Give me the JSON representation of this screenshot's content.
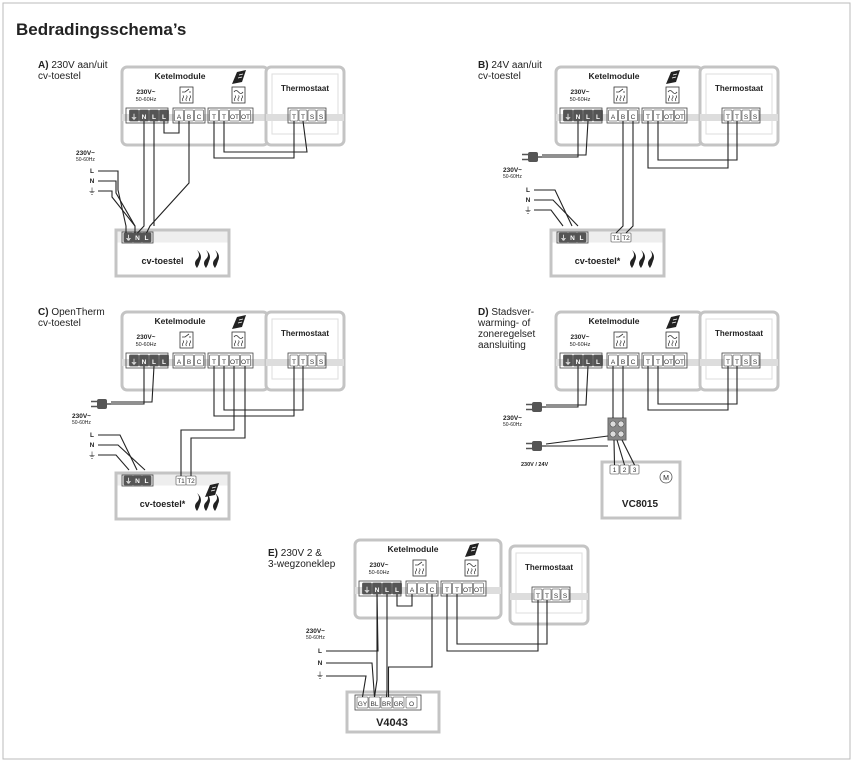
{
  "page": {
    "title": "Bedradingsschema’s"
  },
  "common": {
    "module_title": "Ketelmodule",
    "thermostat_title": "Thermostaat",
    "voltage": "230V~",
    "frequency": "50-60Hz",
    "mains_L": "L",
    "mains_N": "N",
    "module_terminals": [
      "⏚",
      "N",
      "L",
      "L",
      "A",
      "B",
      "C",
      "T",
      "T",
      "OT",
      "OT"
    ],
    "thermostat_terminals": [
      "T",
      "T",
      "S",
      "S"
    ],
    "boiler_terminals_power": [
      "⏚",
      "N",
      "L"
    ],
    "boiler_terminals_t": [
      "T1",
      "T2"
    ]
  },
  "diagrams": {
    "A": {
      "letter": "A)",
      "text1": "230V aan/uit",
      "text2": "cv-toestel",
      "device": "cv-toestel"
    },
    "B": {
      "letter": "B)",
      "text1": "24V aan/uit",
      "text2": "cv-toestel",
      "device": "cv-toestel*"
    },
    "C": {
      "letter": "C)",
      "text1": "OpenTherm",
      "text2": "cv-toestel",
      "device": "cv-toestel*"
    },
    "D": {
      "letter": "D)",
      "text1": "Stadsver-",
      "text2": "warming- of",
      "text3": "zoneregelset",
      "text4": "aansluiting",
      "device": "VC8015",
      "supply_24": "230V / 24V",
      "valve_terminals": [
        "1",
        "2",
        "3"
      ],
      "motor": "M"
    },
    "E": {
      "letter": "E)",
      "text1": "230V 2 &",
      "text2": "3-wegzoneklep",
      "device": "V4043",
      "valve_terminals": [
        "GY",
        "BL",
        "BR",
        "GR",
        "O"
      ]
    }
  }
}
